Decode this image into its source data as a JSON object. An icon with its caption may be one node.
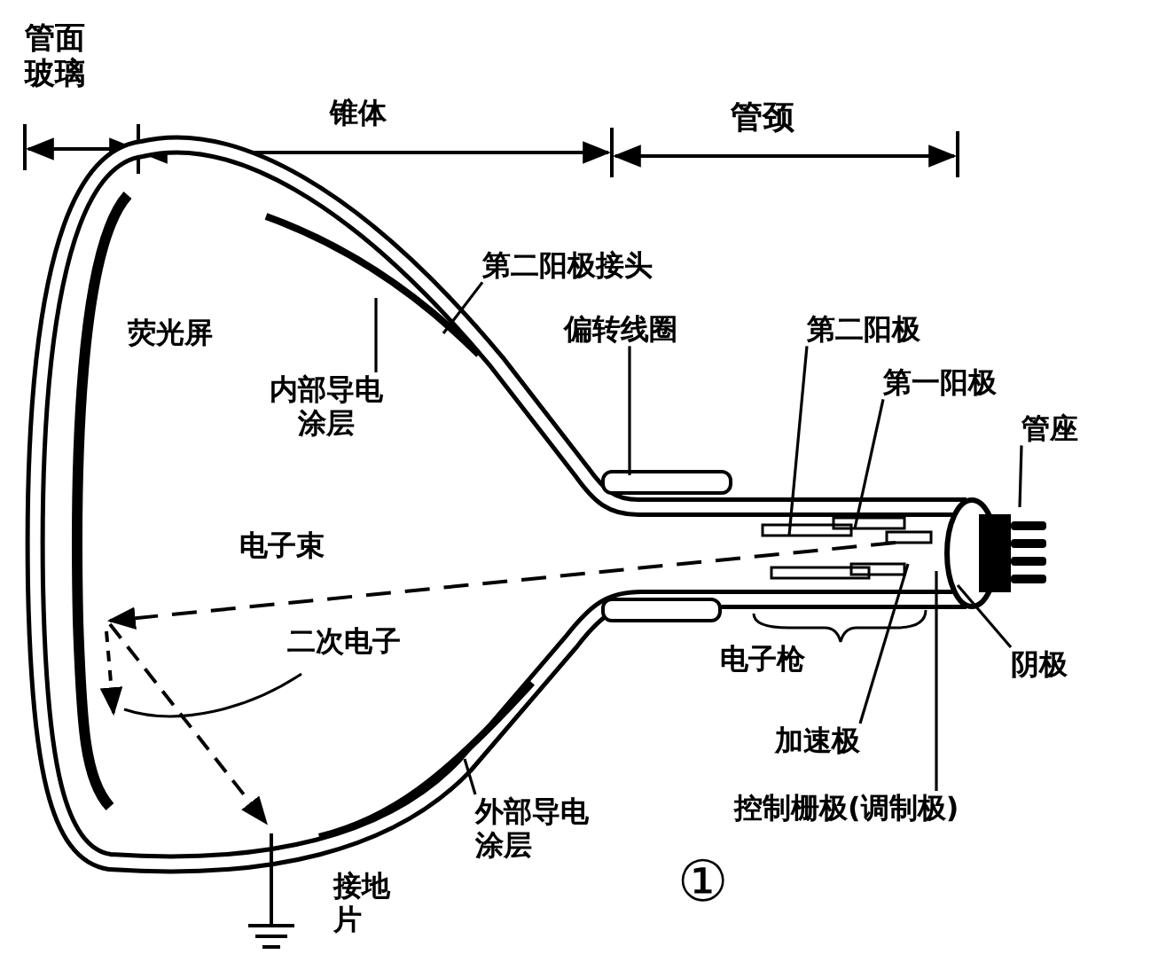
{
  "diagram": {
    "nodes": [
      {
        "text": [
          "第二阳极接头"
        ]
      },
      {
        "text": [
          "内部导电涂层"
        ]
      },
      {
        "text": [
          "偏转线圈"
        ]
      },
      {
        "text": [
          "第二阳极"
        ]
      },
      {
        "text": [
          "第一阳极"
        ]
      },
      {
        "text": [
          "管座"
        ]
      },
      {
        "text": [
          "阴极"
        ]
      },
      {
        "text": [
          "加速极"
        ]
      },
      {
        "text": [
          "控制栅极(调制极)"
        ]
      },
      {
        "text": [
          "外部导电涂层"
        ]
      }
    ],
    "edges": [
      {
        "from": 0,
        "to": null,
        "arrow": "none"
      },
      {
        "from": 1,
        "to": null,
        "arrow": "none"
      },
      {
        "from": 2,
        "to": null,
        "arrow": "none"
      },
      {
        "from": 3,
        "to": null,
        "arrow": "none"
      },
      {
        "from": 4,
        "to": null,
        "arrow": "none"
      },
      {
        "from": 5,
        "to": null,
        "arrow": "none"
      },
      {
        "from": 6,
        "to": null,
        "arrow": "none"
      },
      {
        "from": 7,
        "to": null,
        "arrow": "none"
      },
      {
        "from": 8,
        "to": null,
        "arrow": "none"
      },
      {
        "from": 9,
        "to": null,
        "arrow": "none"
      }
    ],
    "labels": [
      "管面玻璃",
      "锥体",
      "管颈",
      "荧光屏",
      "电子束",
      "二次电子",
      "电子枪",
      "接地片",
      "①"
    ]
  }
}
